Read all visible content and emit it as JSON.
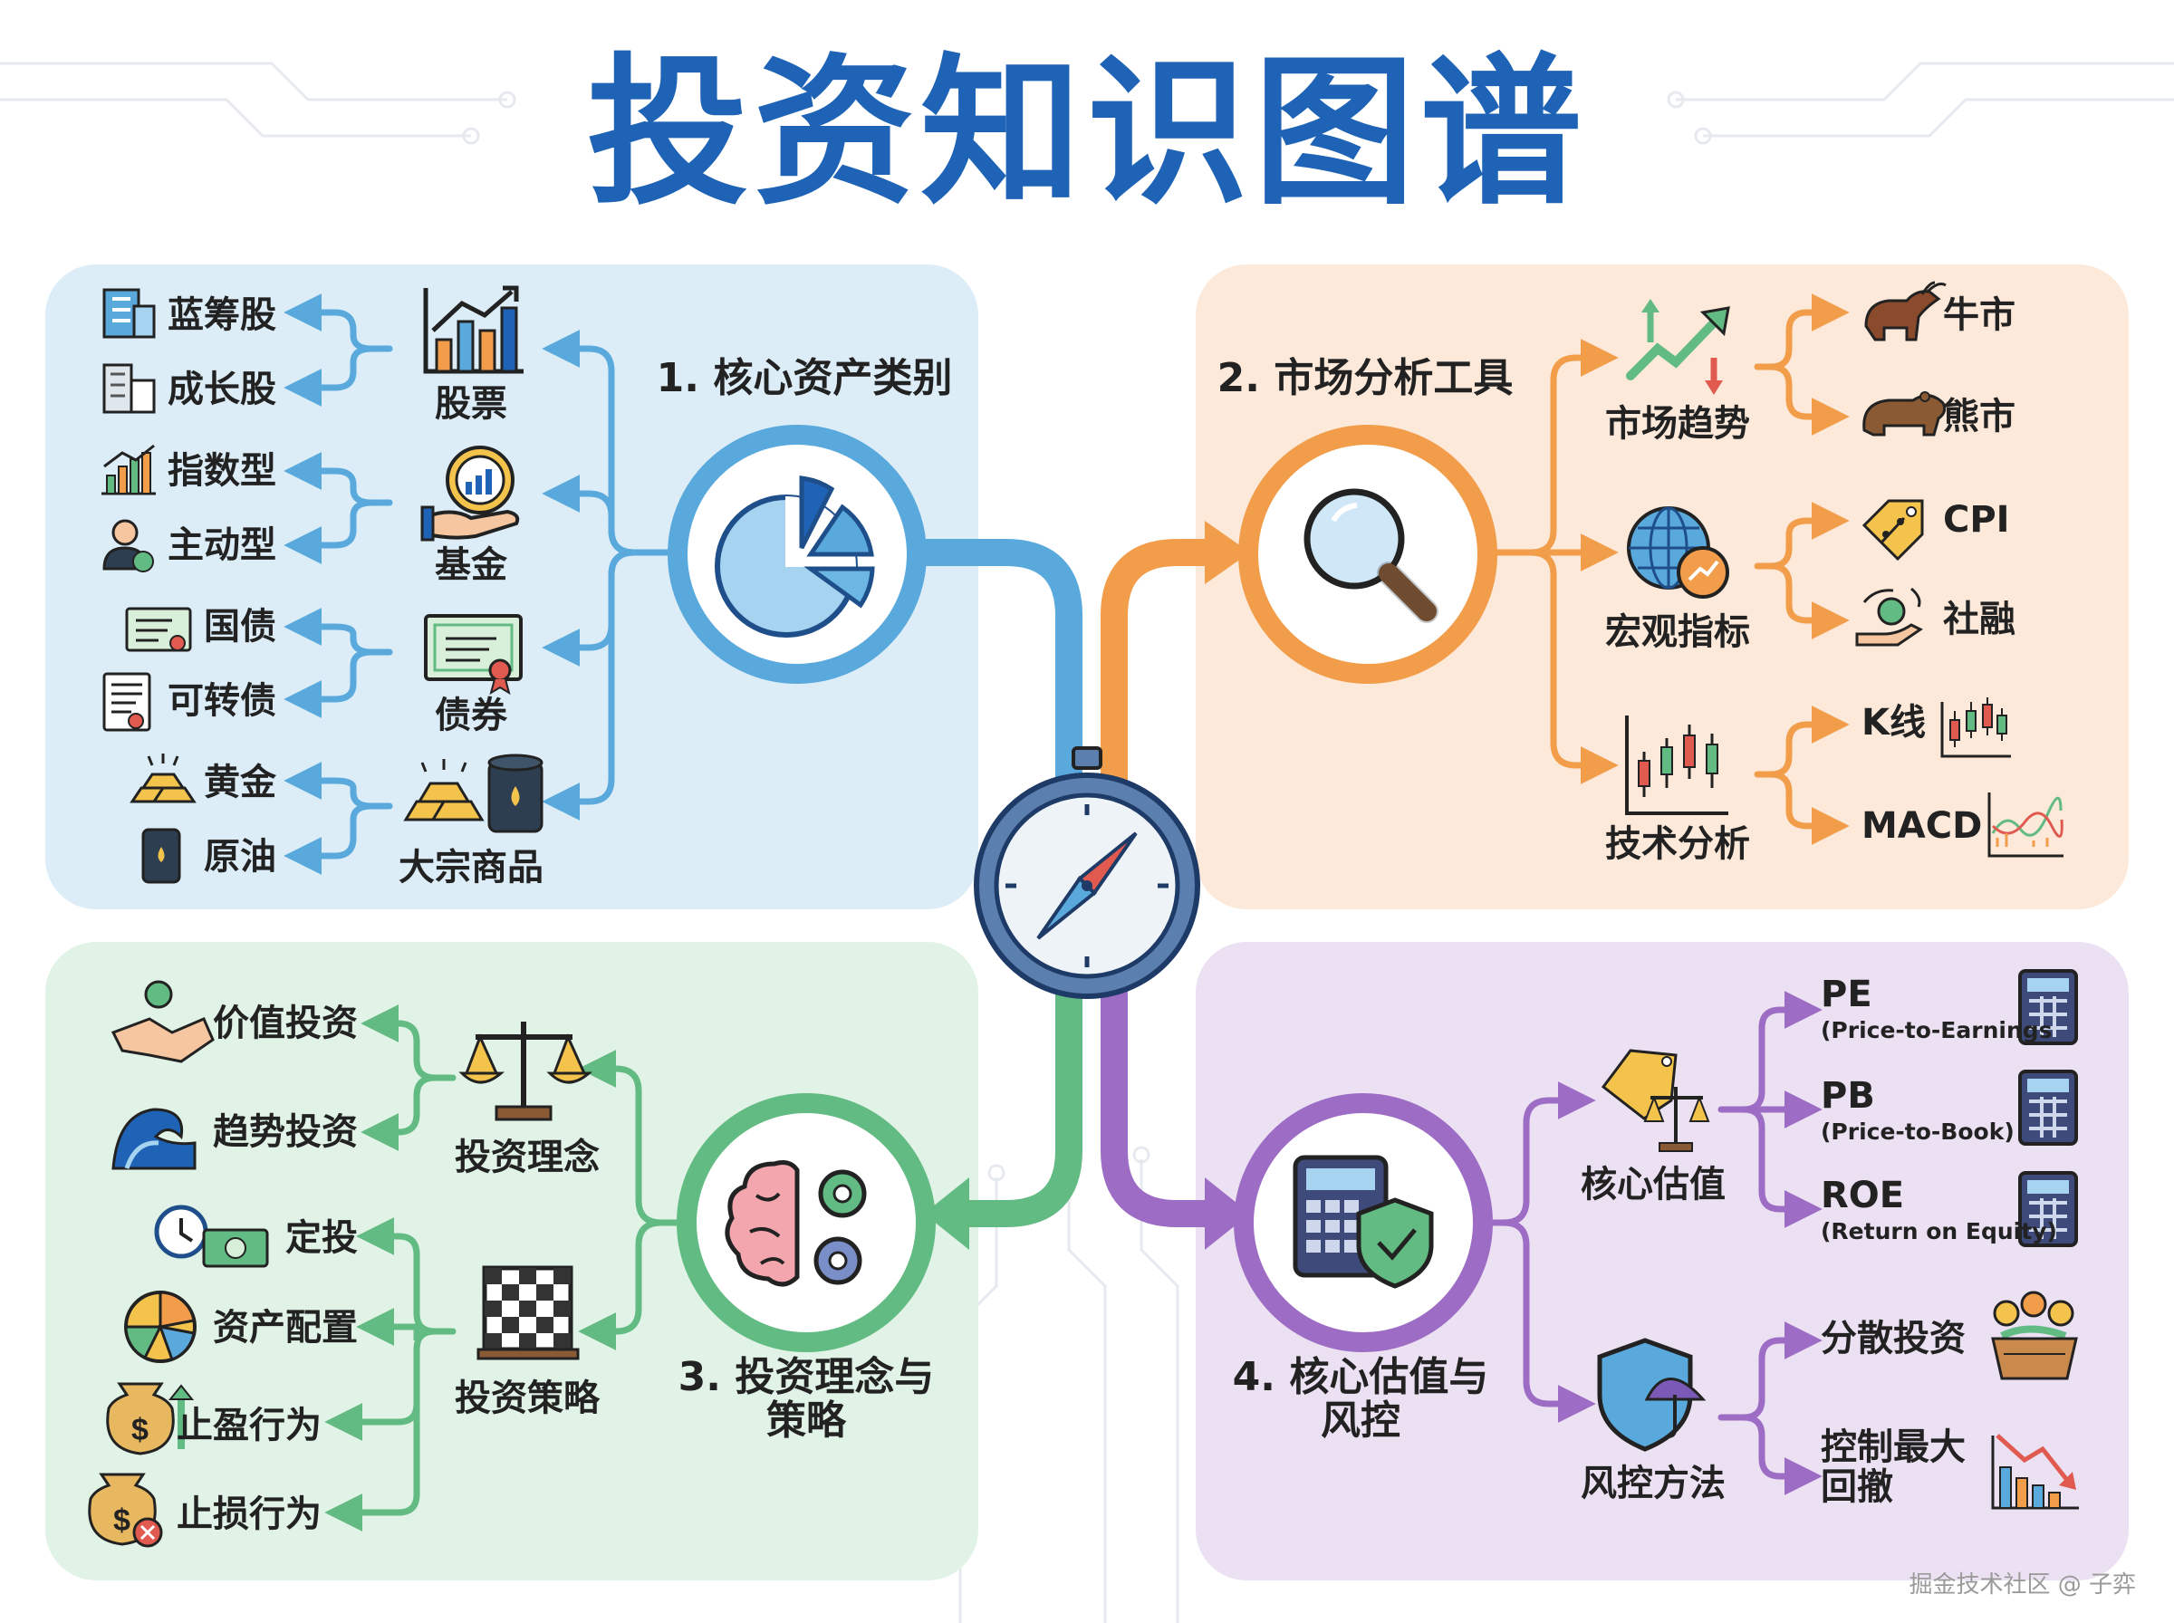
{
  "title": "投资知识图谱",
  "colors": {
    "title": "#1e63b6",
    "blue": "#5aa9dc",
    "orange": "#f29d4a",
    "green": "#62bb82",
    "purple": "#9d6cc4",
    "panel_blue": "#dcedf8",
    "panel_orange": "#fce9da",
    "panel_green": "#e1f2e6",
    "panel_purple": "#ebe1f2"
  },
  "center": {
    "icon": "compass-icon"
  },
  "sections": [
    {
      "title": "1. 核心资产类别",
      "icon": "pie-chart-icon",
      "nodes": [
        {
          "label": "股票",
          "icon": "bar-chart-up-icon",
          "leaves": [
            {
              "label": "蓝筹股",
              "icon": "office-building-icon"
            },
            {
              "label": "成长股",
              "icon": "tall-building-icon"
            }
          ]
        },
        {
          "label": "基金",
          "icon": "hand-coin-icon",
          "leaves": [
            {
              "label": "指数型",
              "icon": "index-chart-icon"
            },
            {
              "label": "主动型",
              "icon": "manager-icon"
            }
          ]
        },
        {
          "label": "债券",
          "icon": "certificate-icon",
          "leaves": [
            {
              "label": "国债",
              "icon": "bond-certificate-icon"
            },
            {
              "label": "可转债",
              "icon": "convertible-document-icon"
            }
          ]
        },
        {
          "label": "大宗商品",
          "icon": "gold-and-oil-icon",
          "leaves": [
            {
              "label": "黄金",
              "icon": "gold-bars-icon"
            },
            {
              "label": "原油",
              "icon": "oil-barrel-icon"
            }
          ]
        }
      ]
    },
    {
      "title": "2. 市场分析工具",
      "icon": "magnifier-icon",
      "nodes": [
        {
          "label": "市场趋势",
          "icon": "trend-arrows-icon",
          "leaves": [
            {
              "label": "牛市",
              "icon": "bull-icon"
            },
            {
              "label": "熊市",
              "icon": "bear-icon"
            }
          ]
        },
        {
          "label": "宏观指标",
          "icon": "globe-chart-icon",
          "leaves": [
            {
              "label": "CPI",
              "icon": "price-tag-icon"
            },
            {
              "label": "社融",
              "icon": "money-hands-icon"
            }
          ]
        },
        {
          "label": "技术分析",
          "icon": "candlestick-icon",
          "leaves": [
            {
              "label": "K线",
              "icon": "kline-icon"
            },
            {
              "label": "MACD",
              "icon": "macd-icon"
            }
          ]
        }
      ]
    },
    {
      "title": "3. 投资理念与策略",
      "title_lines": [
        "3. 投资理念与",
        "策略"
      ],
      "icon": "brain-gears-icon",
      "nodes": [
        {
          "label": "投资理念",
          "icon": "scales-icon",
          "leaves": [
            {
              "label": "价值投资",
              "icon": "handshake-icon"
            },
            {
              "label": "趋势投资",
              "icon": "wave-icon"
            }
          ]
        },
        {
          "label": "投资策略",
          "icon": "chessboard-icon",
          "leaves": [
            {
              "label": "定投",
              "icon": "clock-cash-icon"
            },
            {
              "label": "资产配置",
              "icon": "allocation-pie-icon"
            },
            {
              "label": "止盈行为",
              "icon": "moneybag-up-icon"
            },
            {
              "label": "止损行为",
              "icon": "moneybag-stop-icon"
            }
          ]
        }
      ]
    },
    {
      "title": "4. 核心估值与风控",
      "title_lines": [
        "4. 核心估值与",
        "风控"
      ],
      "icon": "calculator-shield-icon",
      "nodes": [
        {
          "label": "核心估值",
          "icon": "tag-scales-icon",
          "leaves": [
            {
              "label": "PE",
              "sub": "(Price-to-Earnings",
              "icon": "calculator-icon"
            },
            {
              "label": "PB",
              "sub": "(Price-to-Book)",
              "icon": "calculator-icon"
            },
            {
              "label": "ROE",
              "sub": "(Return on Equity)",
              "icon": "calculator-icon"
            }
          ]
        },
        {
          "label": "风控方法",
          "icon": "shield-umbrella-icon",
          "leaves": [
            {
              "label": "分散投资",
              "icon": "coin-basket-icon"
            },
            {
              "label": "控制最大回撤",
              "label_lines": [
                "控制最大",
                "回撤"
              ],
              "icon": "drawdown-chart-icon"
            }
          ]
        }
      ]
    }
  ],
  "watermark": "掘金技术社区 @ 子弈"
}
